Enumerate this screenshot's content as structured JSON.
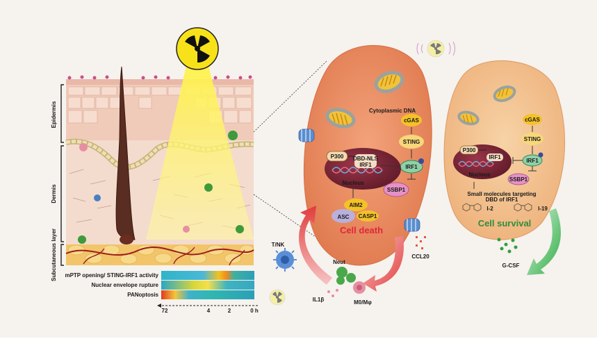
{
  "skin": {
    "layers": [
      "Epidermis",
      "Dermis",
      "Subcutaneous layer"
    ]
  },
  "timeline": {
    "rows": [
      "mPTP opening/ STING-IRF1 activity",
      "Nuclear envelope rupture",
      "PANoptosis"
    ],
    "ticks": [
      "72",
      "4",
      "2",
      "0 h"
    ]
  },
  "dying_cell": {
    "cyto_dna": "Cytoplasmic DNA",
    "cgas": "cGAS",
    "sting": "STING",
    "irf1": "IRF1",
    "p300": "P300",
    "dbd_nls": "DBD-NLS",
    "irf1_nuc": "IRF1",
    "nucleus": "Nucleus",
    "ssbp1": "SSBP1",
    "aim2": "AIM2",
    "asc": "ASC",
    "casp1": "CASP1",
    "outcome": "Cell death"
  },
  "surviving_cell": {
    "cgas": "cGAS",
    "sting": "STING",
    "irf1": "IRF1",
    "p300": "P300",
    "irf1_nuc": "IRF1",
    "nucleus": "Nucleus",
    "ssbp1": "SSBP1",
    "small_mol": "Small molecules targeting",
    "small_mol2": "DBD of IRF1",
    "i2": "I-2",
    "i19": "I-19",
    "outcome": "Cell survival"
  },
  "immune": {
    "tnk": "T/NK",
    "neut": "Neut",
    "il1b": "IL1β",
    "mac": "M0/Mφ",
    "ccl20": "CCL20",
    "gcsf": "G-CSF"
  },
  "colors": {
    "dying_cell": "#e8865a",
    "surviving_cell": "#f1bf8c",
    "nucleus": "#7b2435",
    "arrow_red": "#e23b3b",
    "arrow_green": "#3fb24f"
  }
}
